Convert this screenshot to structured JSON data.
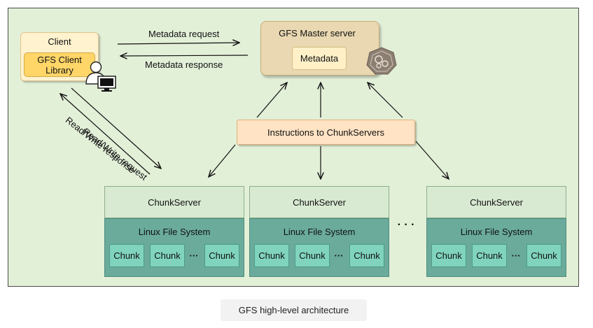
{
  "client": {
    "title": "Client",
    "library_label": "GFS Client Library"
  },
  "master": {
    "title": "GFS Master server",
    "metadata_label": "Metadata"
  },
  "arrows": {
    "metadata_request": "Metadata request",
    "metadata_response": "Metadata response",
    "rw_request": "Read/Write request",
    "rw_response": "Read/Write response"
  },
  "instructions": {
    "label": "Instructions to ChunkServers"
  },
  "chunkservers": [
    {
      "title": "ChunkServer",
      "fs_label": "Linux File System",
      "chunks": [
        "Chunk",
        "Chunk",
        "Chunk"
      ]
    },
    {
      "title": "ChunkServer",
      "fs_label": "Linux File System",
      "chunks": [
        "Chunk",
        "Chunk",
        "Chunk"
      ]
    },
    {
      "title": "ChunkServer",
      "fs_label": "Linux File System",
      "chunks": [
        "Chunk",
        "Chunk",
        "Chunk"
      ]
    }
  ],
  "chunk_ellipsis": "···",
  "servers_ellipsis": "· · ·",
  "caption": "GFS high-level architecture"
}
